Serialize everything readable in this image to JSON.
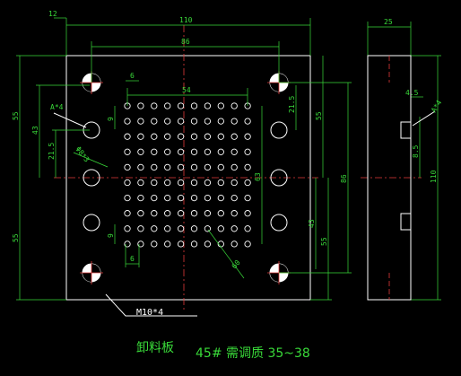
{
  "dimensions": {
    "top_offset": "12",
    "overall_width": "110",
    "bolt_spacing_x": "86",
    "side_thickness": "25",
    "pocket_x": "6",
    "hole_pitch_x": "54",
    "left_h_55": "55",
    "left_h_43": "43",
    "left_h_21_5": "21.5",
    "left_low_55": "55",
    "right_21_5": "21.5",
    "right_55": "55",
    "right_86": "86",
    "right_43": "43",
    "right_low_55": "55",
    "center_63": "63",
    "small_9_top": "9",
    "small_9_bottom": "9",
    "bottom_6": "6",
    "diag_phi": "Φ8*3",
    "diag_60": "60",
    "side_4_5": "4.5",
    "side_8_5": "8.5",
    "side_110": "110"
  },
  "labels": {
    "a4_left": "A*4",
    "a4_right": "A*4",
    "m10": "M10*4"
  },
  "title": {
    "part_name": "卸料板",
    "material": "45#  需调质 35~38"
  },
  "colors": {
    "outline": "#ffffff",
    "dimension": "#39d939",
    "centerline": "#e23a3a",
    "background": "#000000"
  }
}
